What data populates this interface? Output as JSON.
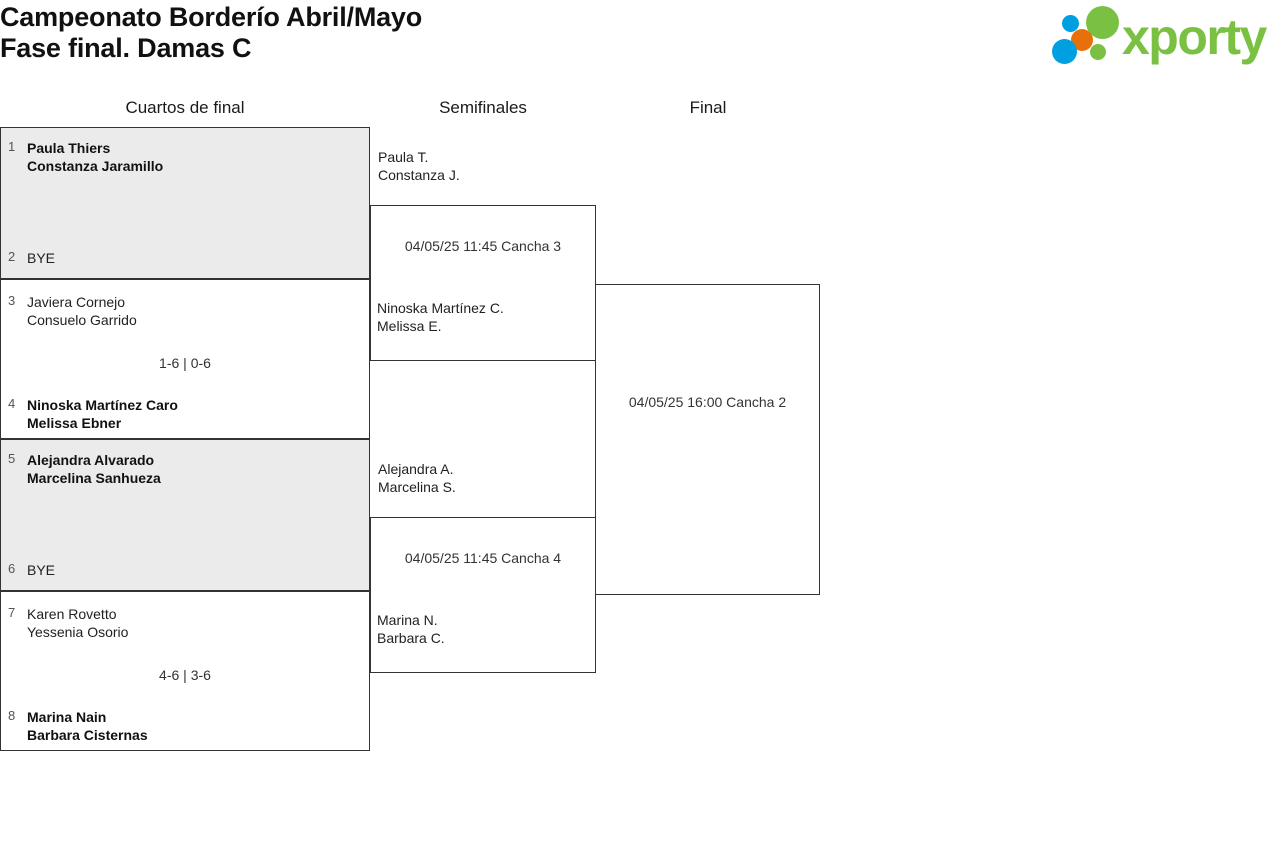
{
  "header": {
    "title_line1": "Campeonato Borderío Abril/Mayo",
    "title_line2": "Fase final. Damas C",
    "logo_word": "xporty",
    "logo_colors": {
      "green": "#7ac143",
      "blue": "#00a0e0",
      "orange": "#e8700a"
    }
  },
  "rounds": [
    {
      "label": "Cuartos de final"
    },
    {
      "label": "Semifinales"
    },
    {
      "label": "Final"
    }
  ],
  "quarterfinals": [
    {
      "shaded": true,
      "top": {
        "seed": "1",
        "line1": "Paula Thiers",
        "line2": "Constanza Jaramillo",
        "winner": true
      },
      "bottom": {
        "seed": "2",
        "line1": "BYE",
        "line2": "",
        "winner": false
      },
      "score": ""
    },
    {
      "shaded": false,
      "top": {
        "seed": "3",
        "line1": "Javiera Cornejo",
        "line2": "Consuelo Garrido",
        "winner": false
      },
      "bottom": {
        "seed": "4",
        "line1": "Ninoska Martínez Caro",
        "line2": "Melissa Ebner",
        "winner": true
      },
      "score": "1-6 | 0-6"
    },
    {
      "shaded": true,
      "top": {
        "seed": "5",
        "line1": "Alejandra Alvarado",
        "line2": "Marcelina Sanhueza",
        "winner": true
      },
      "bottom": {
        "seed": "6",
        "line1": "BYE",
        "line2": "",
        "winner": false
      },
      "score": ""
    },
    {
      "shaded": false,
      "top": {
        "seed": "7",
        "line1": "Karen Rovetto",
        "line2": "Yessenia Osorio",
        "winner": false
      },
      "bottom": {
        "seed": "8",
        "line1": "Marina Nain",
        "line2": "Barbara Cisternas",
        "winner": true
      },
      "score": "4-6 | 3-6"
    }
  ],
  "semifinals": [
    {
      "top": {
        "line1": "Paula T.",
        "line2": "Constanza J."
      },
      "bottom": {
        "line1": "Ninoska Martínez C.",
        "line2": "Melissa E."
      },
      "info": "04/05/25 11:45 Cancha 3"
    },
    {
      "top": {
        "line1": "Alejandra A.",
        "line2": "Marcelina S."
      },
      "bottom": {
        "line1": "Marina N.",
        "line2": "Barbara C."
      },
      "info": "04/05/25 11:45 Cancha 4"
    }
  ],
  "final": {
    "top": {
      "line1": "",
      "line2": ""
    },
    "bottom": {
      "line1": "",
      "line2": ""
    },
    "info": "04/05/25 16:00 Cancha 2"
  }
}
